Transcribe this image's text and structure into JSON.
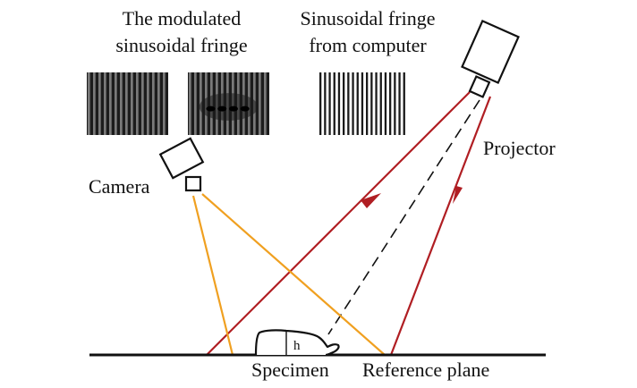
{
  "labels": {
    "modulated_line1": "The modulated",
    "modulated_line2": "sinusoidal fringe",
    "computer_line1": "Sinusoidal fringe",
    "computer_line2": "from computer",
    "camera": "Camera",
    "projector": "Projector",
    "specimen": "Specimen",
    "reference_plane": "Reference plane",
    "height": "h"
  },
  "colors": {
    "projector_rays": "#b01e23",
    "camera_rays": "#f0a020",
    "outline": "#111111",
    "fringe_dark": "#1c1c1c",
    "fringe_light": "#7a7a7a"
  }
}
